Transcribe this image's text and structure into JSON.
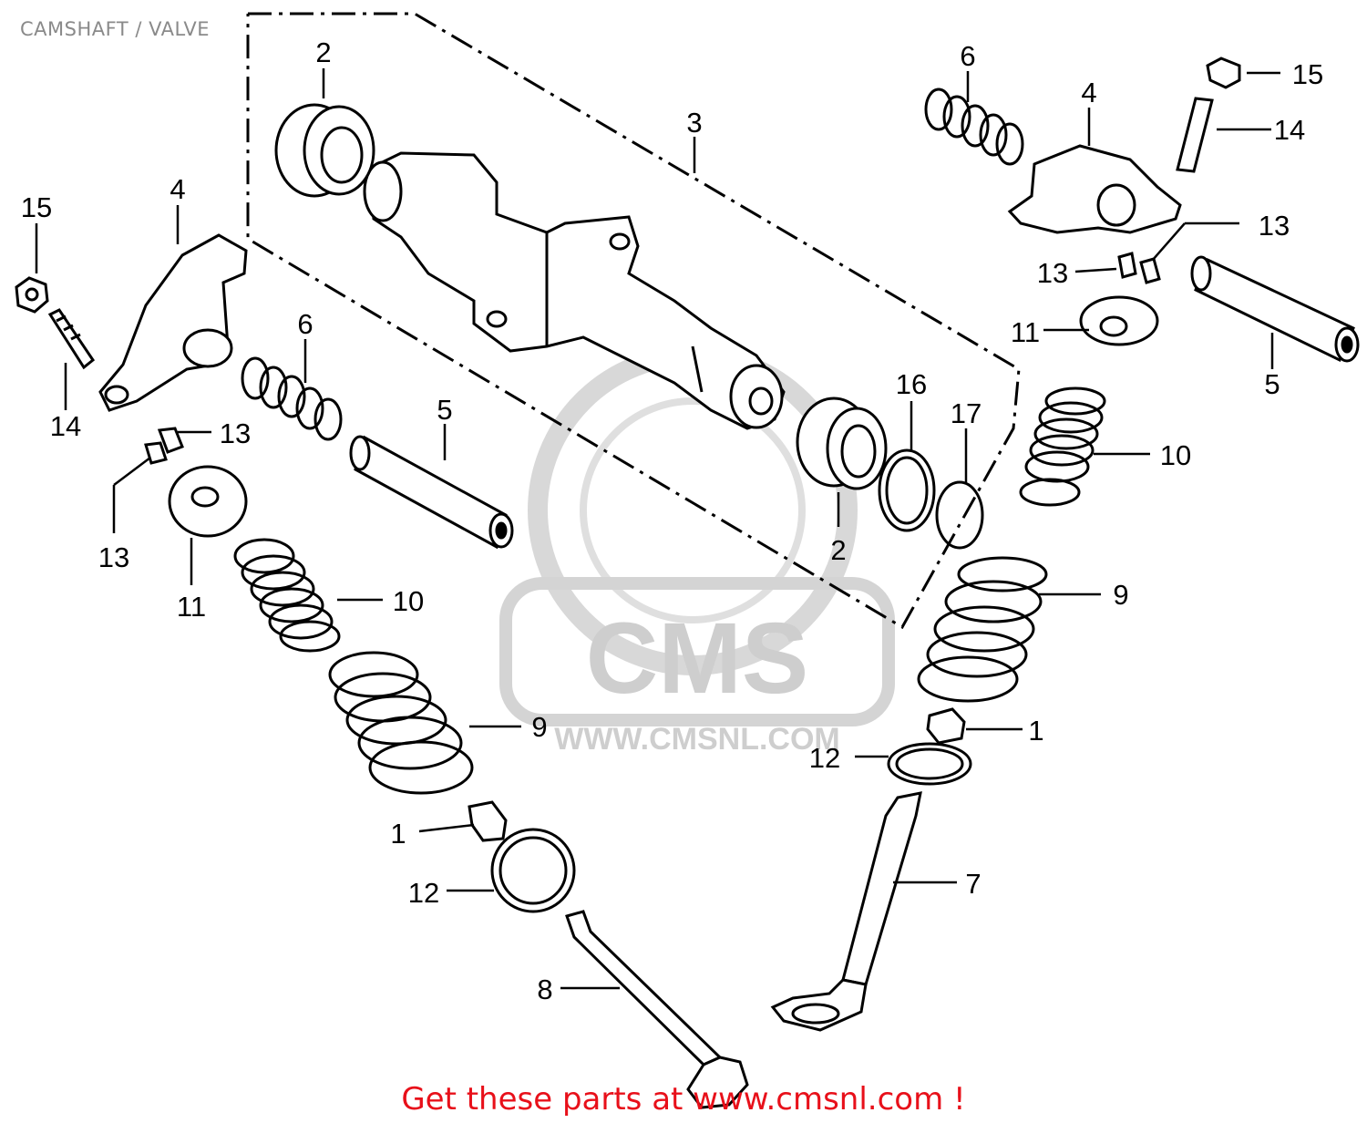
{
  "header": {
    "title": "CAMSHAFT / VALVE"
  },
  "footer": {
    "cta": "Get these parts at www.cmsnl.com !"
  },
  "watermark": {
    "logo_text": "CMS",
    "url_text": "WWW.CMSNL.COM"
  },
  "callouts": {
    "c1a": "1",
    "c1b": "1",
    "c2a": "2",
    "c2b": "2",
    "c3": "3",
    "c4a": "4",
    "c4b": "4",
    "c5a": "5",
    "c5b": "5",
    "c6a": "6",
    "c6b": "6",
    "c7": "7",
    "c8": "8",
    "c9a": "9",
    "c9b": "9",
    "c10a": "10",
    "c10b": "10",
    "c11a": "11",
    "c11b": "11",
    "c12a": "12",
    "c12b": "12",
    "c13a": "13",
    "c13b": "13",
    "c13c": "13",
    "c13d": "13",
    "c14a": "14",
    "c14b": "14",
    "c15a": "15",
    "c15b": "15",
    "c16": "16",
    "c17": "17"
  },
  "colors": {
    "ink": "#000000",
    "footer": "#e8101a",
    "watermark": "#c9c9c9",
    "title": "#8a8a8a"
  }
}
